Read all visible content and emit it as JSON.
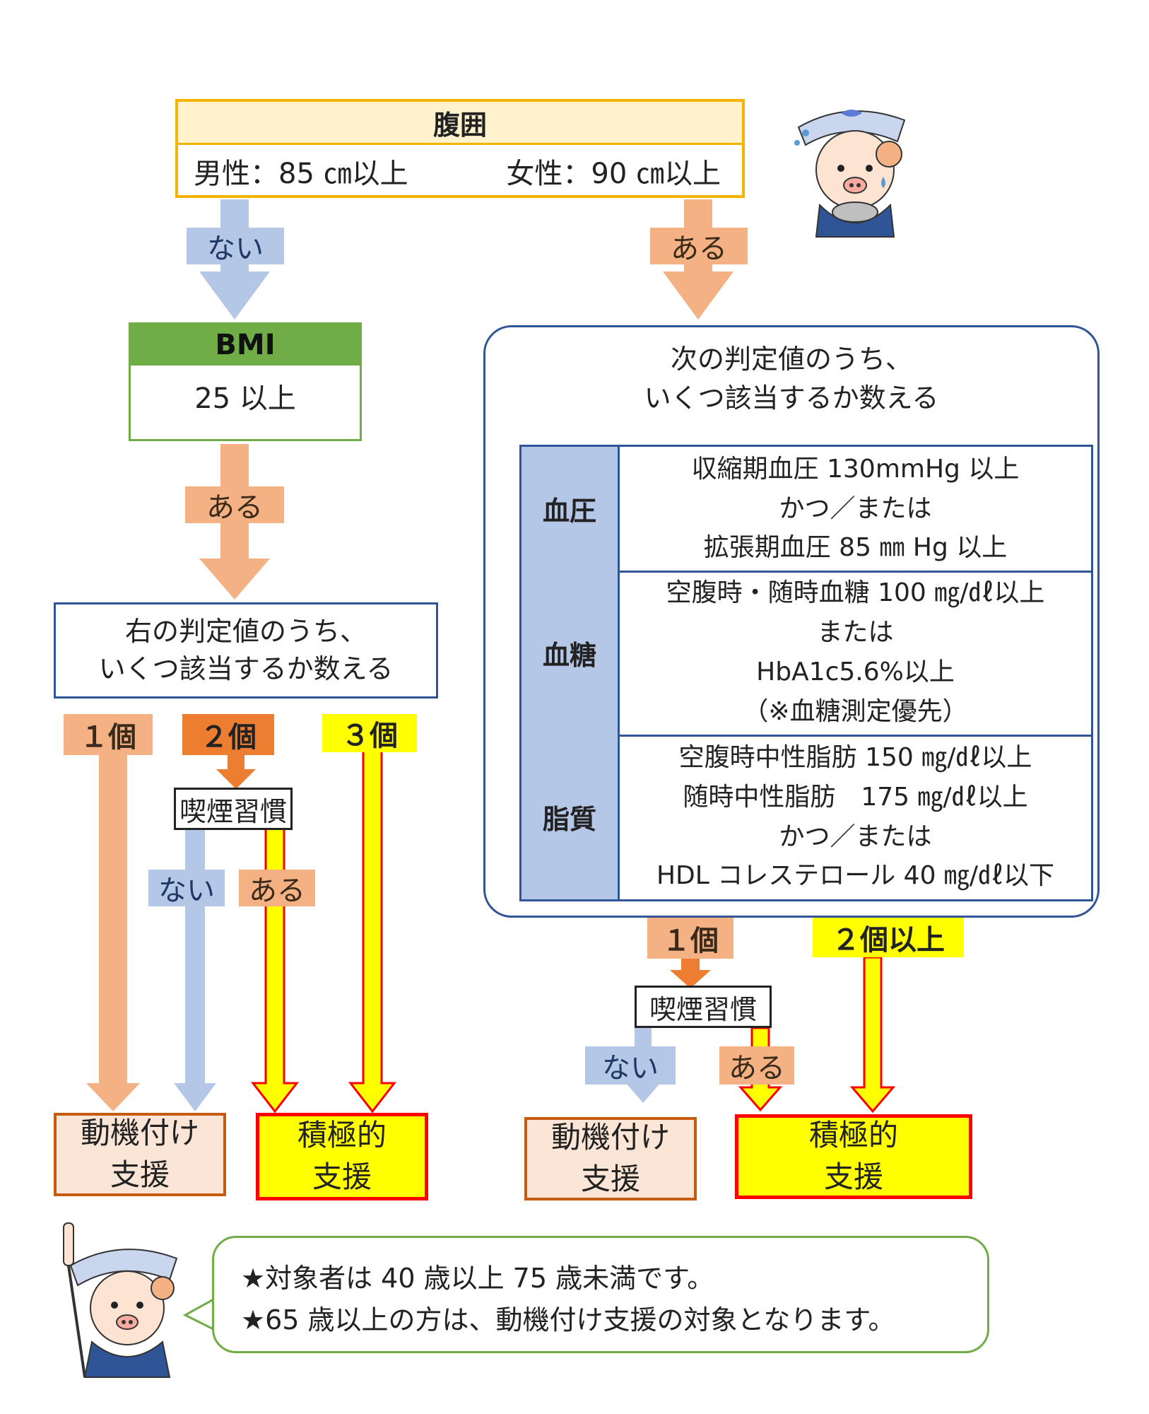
{
  "waist": {
    "title": "腹囲",
    "male": "男性：85 ㎝以上",
    "female": "女性：90 ㎝以上"
  },
  "labels": {
    "no": "ない",
    "yes": "ある"
  },
  "bmi": {
    "title": "BMI",
    "value": "25 以上"
  },
  "left_count": {
    "line1": "右の判定値のうち、",
    "line2": "いくつ該当するか数える"
  },
  "right_count": {
    "line1": "次の判定値のうち、",
    "line2": "いくつ該当するか数える"
  },
  "criteria": [
    {
      "name": "血圧",
      "lines": [
        "収縮期血圧 130mmHg 以上",
        "かつ／または",
        "拡張期血圧 85 ㎜ Hg 以上"
      ]
    },
    {
      "name": "血糖",
      "lines": [
        "空腹時・随時血糖 100 ㎎/㎗以上",
        "または",
        "HbA1c5.6%以上",
        "（※血糖測定優先）"
      ]
    },
    {
      "name": "脂質",
      "lines": [
        "空腹時中性脂肪 150 ㎎/㎗以上",
        "随時中性脂肪　175 ㎎/㎗以上",
        "かつ／または",
        "HDL コレステロール 40 ㎎/㎗以下"
      ]
    }
  ],
  "counts_left": {
    "one": "１個",
    "two": "２個",
    "three": "３個"
  },
  "counts_right": {
    "one": "１個",
    "two_plus": "２個以上"
  },
  "smoking": "喫煙習慣",
  "outcomes": {
    "motivational": [
      "動機付け",
      "支援"
    ],
    "positive": [
      "積極的",
      "支援"
    ]
  },
  "notes": [
    "★対象者は 40 歳以上 75 歳未満です。",
    "★65 歳以上の方は、動機付け支援の対象となります。"
  ],
  "colors": {
    "blue": "#b4c7e7",
    "orange": "#f4b183",
    "dark_orange": "#ed7d31",
    "yellow": "#ffff00",
    "green": "#70ad47",
    "navy": "#2f5597",
    "gold": "#f4b400"
  }
}
